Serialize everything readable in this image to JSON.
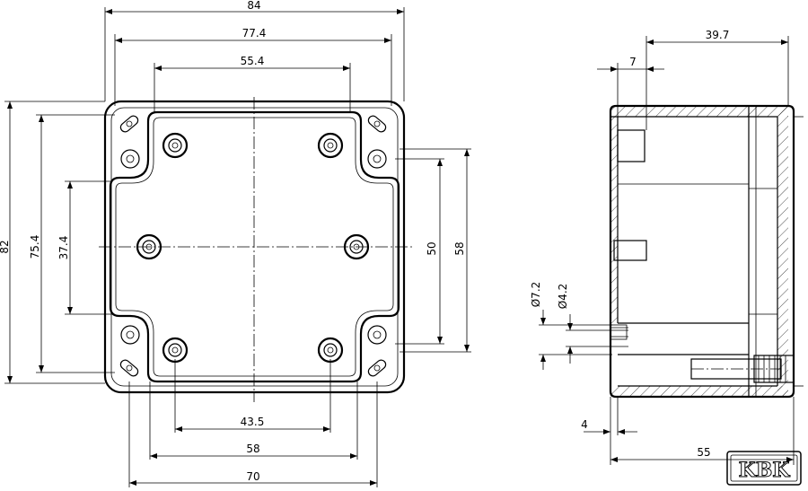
{
  "dimensions": {
    "top_84": "84",
    "top_77_4": "77.4",
    "top_55_4": "55.4",
    "left_82": "82",
    "left_75_4": "75.4",
    "left_37_4": "37.4",
    "right_50": "50",
    "right_58": "58",
    "bottom_43_5": "43.5",
    "bottom_58": "58",
    "bottom_70": "70",
    "side_39_7": "39.7",
    "side_7": "7",
    "side_d72": "Ø7.2",
    "side_d42": "Ø4.2",
    "side_4": "4",
    "side_55": "55"
  },
  "logo": {
    "text": "KBK"
  },
  "colors": {
    "line": "#000000",
    "background": "#ffffff"
  }
}
